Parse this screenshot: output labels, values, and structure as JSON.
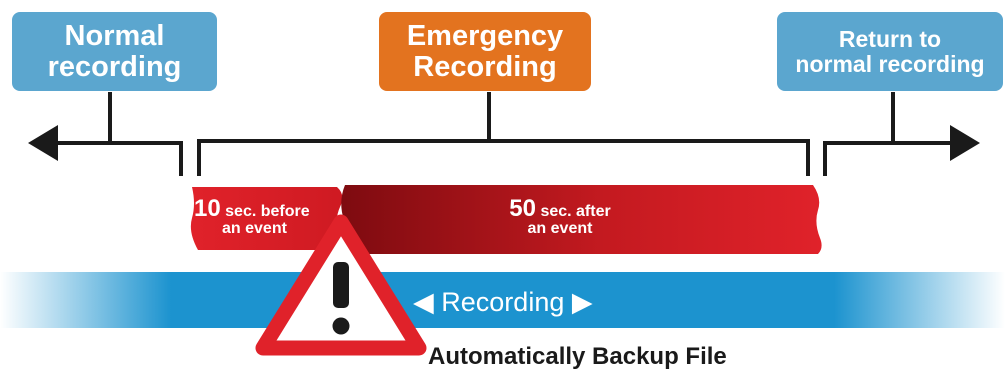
{
  "boxes": {
    "normal": {
      "line1": "Normal",
      "line2": "recording"
    },
    "emergency": {
      "line1": "Emergency",
      "line2": "Recording"
    },
    "return": {
      "line1": "Return to",
      "line2": "normal recording"
    }
  },
  "segments": {
    "before": {
      "number": "10",
      "unit": "sec. before",
      "line2": "an event"
    },
    "after": {
      "number": "50",
      "unit": "sec. after",
      "line2": "an event"
    }
  },
  "recording_bar": {
    "left_arrow": "◀",
    "label": "Recording",
    "right_arrow": "▶"
  },
  "backup_label": "Automatically Backup File",
  "colors": {
    "box_blue": "#5ba6cf",
    "box_orange": "#e3731f",
    "segment_red": "#e0222a",
    "segment_dark_red": "#8a0f14",
    "bar_blue": "#1c93cf",
    "warning_red": "#e0222a"
  },
  "icons": {
    "warning": "warning-triangle-icon"
  }
}
